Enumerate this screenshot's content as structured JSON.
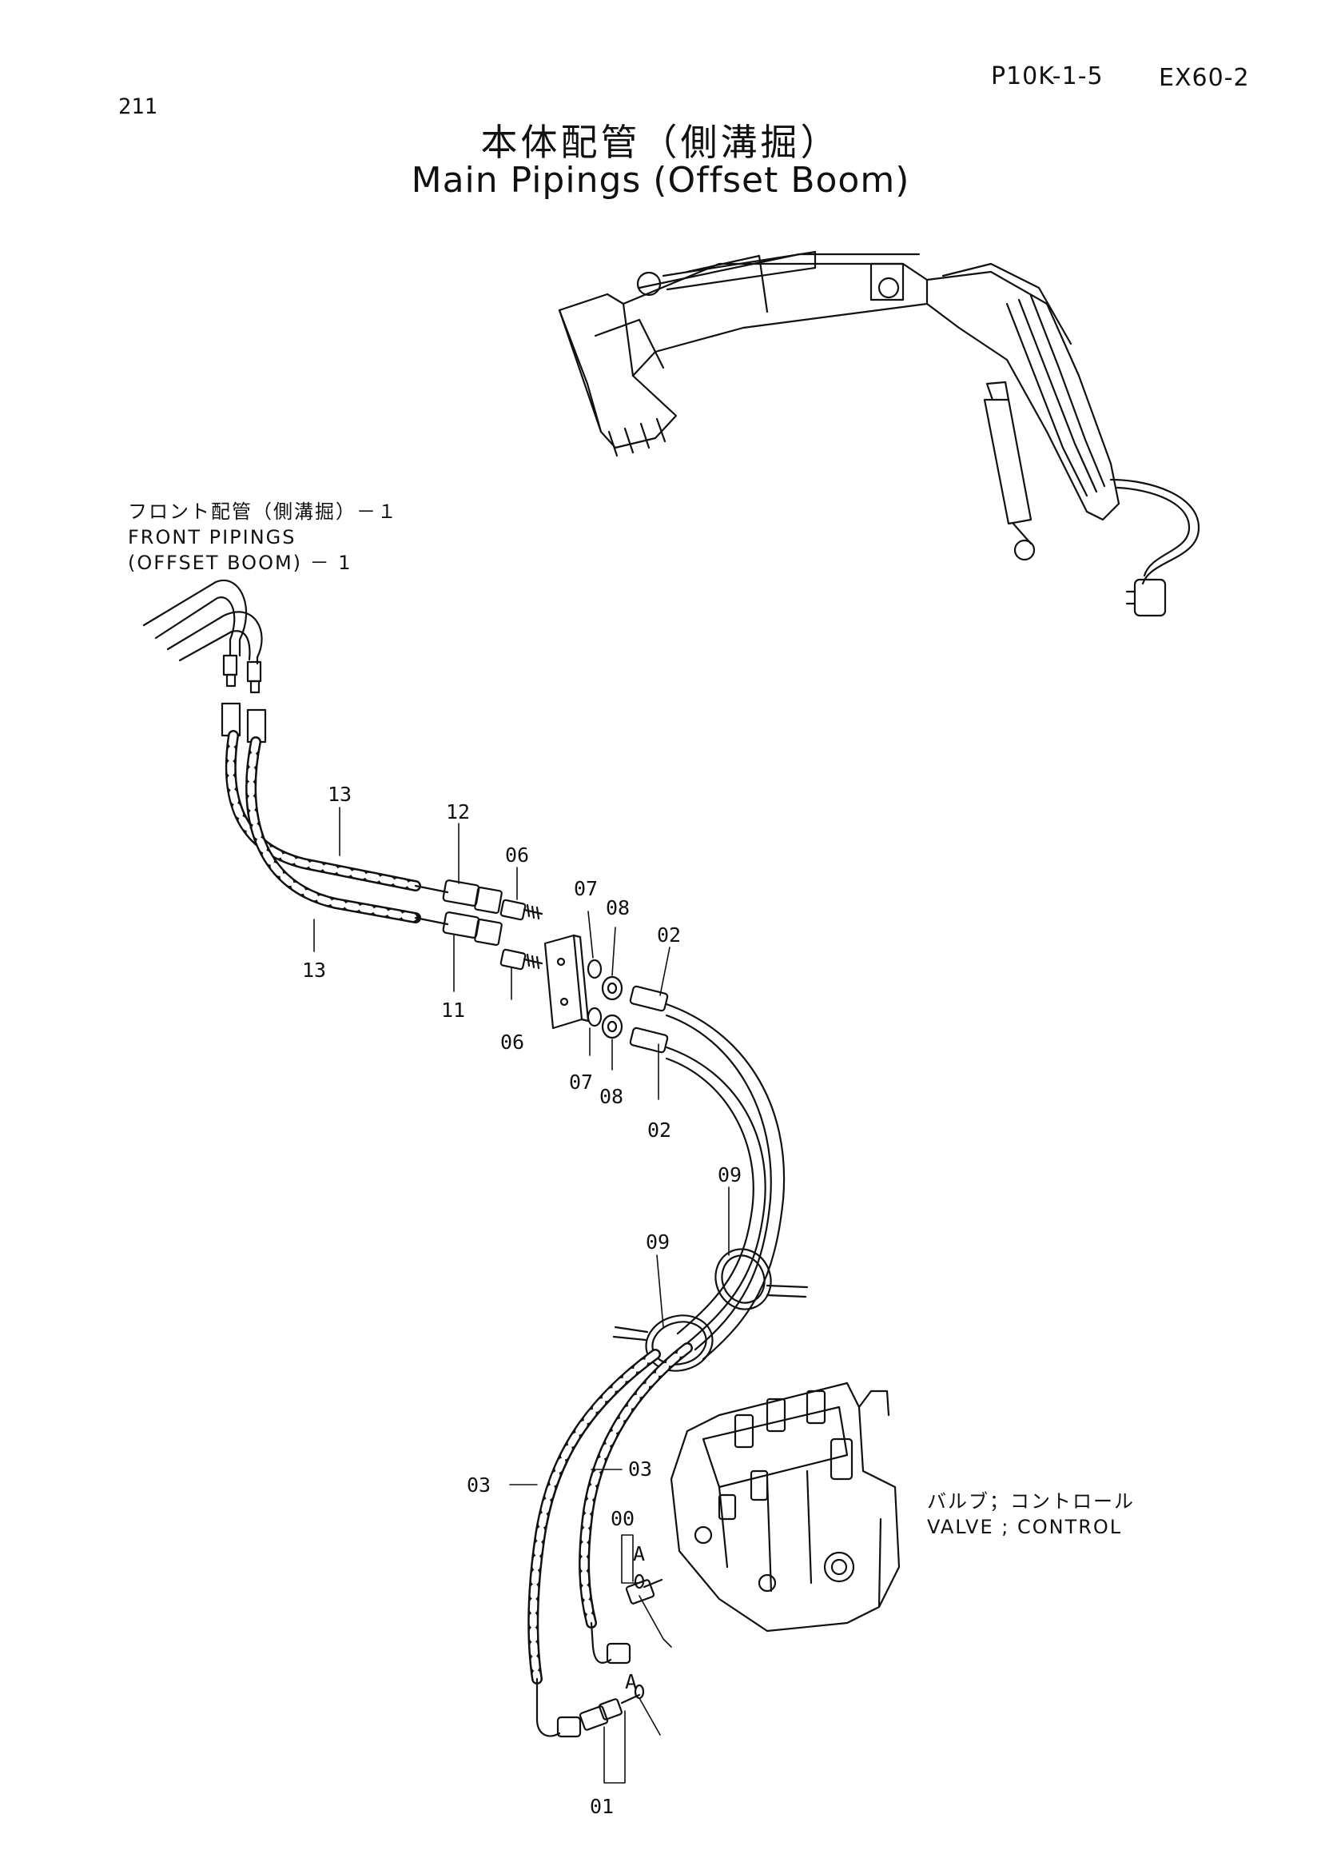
{
  "header": {
    "page_number": "211",
    "code": "P10K-1-5",
    "model": "EX60-2"
  },
  "title": {
    "japanese": "本体配管（側溝掘）",
    "english": "Main Pipings (Offset Boom)"
  },
  "notes": {
    "front_jp": "フロント配管（側溝掘）－１",
    "front_en1": "FRONT PIPINGS",
    "front_en2": "(OFFSET BOOM) － 1",
    "valve_jp": "バルブ；コントロール",
    "valve_en": "VALVE ; CONTROL"
  },
  "callouts": {
    "c13a": "13",
    "c13b": "13",
    "c12": "12",
    "c11": "11",
    "c06a": "06",
    "c06b": "06",
    "c07a": "07",
    "c07b": "07",
    "c08a": "08",
    "c08b": "08",
    "c02a": "02",
    "c02b": "02",
    "c09a": "09",
    "c09b": "09",
    "c03a": "03",
    "c03b": "03",
    "c00": "00",
    "cAa": "A",
    "cAb": "A",
    "c01": "01"
  }
}
